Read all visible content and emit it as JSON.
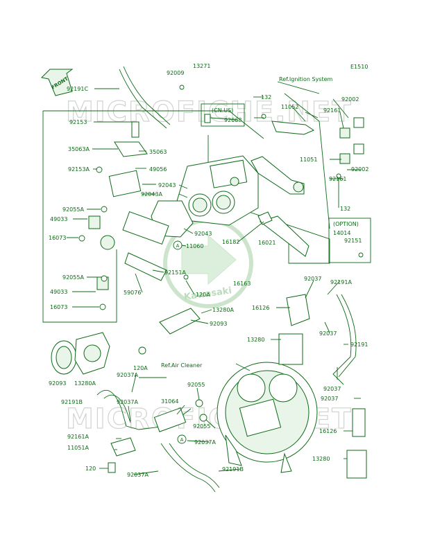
{
  "diagram_id": "E1510",
  "front_label": "FRONT",
  "brand_label": "Kawasaki",
  "watermarks": [
    "MICROFICHE.NET",
    "MICROFICHE.NET"
  ],
  "callout_letter": "A",
  "labels": {
    "l13271": "13271",
    "l92009": "92009",
    "l92191c": "92191C",
    "l92153": "92153",
    "l35063a": "35063A",
    "l35063": "35063",
    "l92153a": "92153A",
    "l49056": "49056",
    "l92043a": "92043A",
    "l92043": "92043",
    "l92043b": "92043",
    "l92055a": "92055A",
    "l49033": "49033",
    "l16073": "16073",
    "l11060": "11060",
    "l92055a2": "92055A",
    "l49033b": "49033",
    "l16073b": "16073",
    "l59076": "59076",
    "l92151a": "92151A",
    "l16163": "16163",
    "l16182": "16182",
    "l16021": "16021",
    "l120a": "120A",
    "l13280a": "13280A",
    "l92093": "92093",
    "l92093b": "92093",
    "l13280a2": "13280A",
    "l120a2": "120A",
    "l92037a": "92037A",
    "l92191b": "92191B",
    "l92037a2": "92037A",
    "l31064": "31064",
    "l92055": "92055",
    "l92055b": "92055",
    "l92037a3": "92037A",
    "l92161a": "92161A",
    "l11051a": "11051A",
    "l120": "120",
    "l92037a4": "92037A",
    "l92191b2": "92191B",
    "l132": "132",
    "l11052": "11052",
    "l92161": "92161",
    "l92002": "92002",
    "l92002b": "92002",
    "l11051": "11051",
    "l92161b": "92161",
    "l132b": "132",
    "l14014": "14014",
    "l92151": "92151",
    "l92037": "92037",
    "l92191a": "92191A",
    "l16126": "16126",
    "l92037b": "92037",
    "l13280": "13280",
    "l92191": "92191",
    "l92037c": "92037",
    "l92037d": "92037",
    "l16126b": "16126",
    "l13280b": "13280",
    "l92068": "92068",
    "cnus": "(CN.US)",
    "option": "(OPTION)",
    "ref_ignition": "Ref.Ignition System",
    "ref_air": "Ref.Air Cleaner"
  }
}
